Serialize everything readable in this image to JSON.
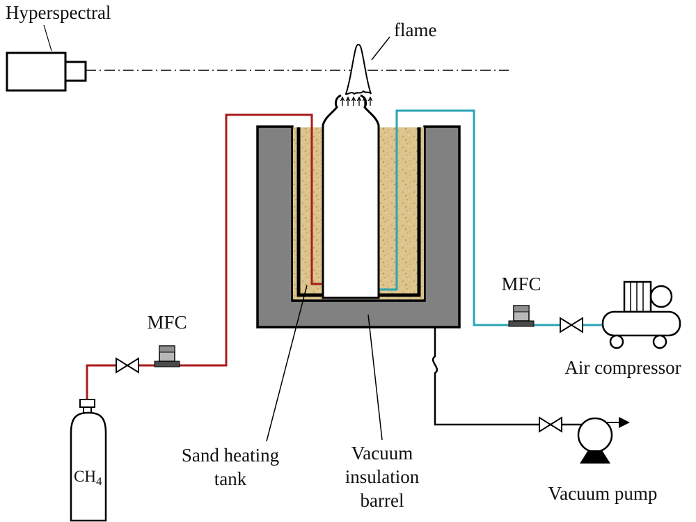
{
  "diagram": {
    "type": "experimental-setup-schematic",
    "labels": {
      "hyperspectral": "Hyperspectral",
      "flame": "flame",
      "mfc_fuel": "MFC",
      "mfc_air": "MFC",
      "air_compressor": "Air compressor",
      "sand_tank": [
        "Sand heating",
        "tank"
      ],
      "vacuum_barrel": [
        "Vacuum",
        "insulation",
        "barrel"
      ],
      "gas_cylinder": {
        "main": "CH",
        "sub": "4"
      },
      "vacuum_pump": "Vacuum pump"
    },
    "colors": {
      "fuel_line": "#aa1a1a",
      "air_line": "#2ba4b5",
      "barrel": "#818181",
      "sand": "#dcc48c",
      "stroke": "#000000",
      "background": "#ffffff"
    }
  }
}
